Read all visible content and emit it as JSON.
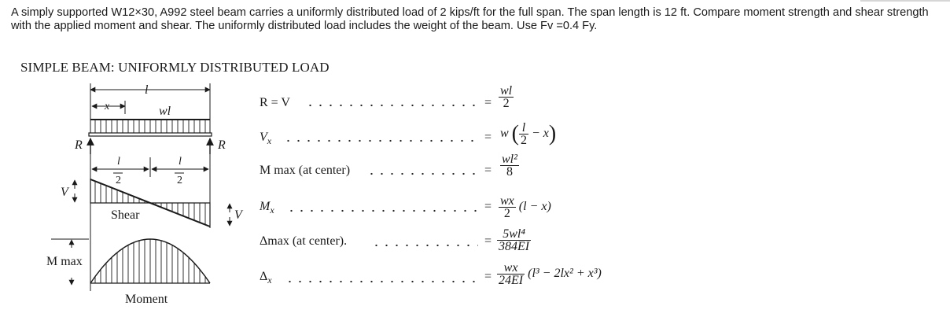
{
  "problem_text": "A simply supported W12×30, A992 steel beam carries a uniformly distributed load of 2 kips/ft for the full span. The span length is 12 ft. Compare moment strength and shear strength with the applied moment and shear. The uniformly distributed load includes the weight of the beam. Use Fv =0.4 Fy.",
  "section_title": "SIMPLE BEAM: UNIFORMLY DISTRIBUTED LOAD",
  "diagram": {
    "span_label": "l",
    "x_label": "x",
    "load_label": "wl",
    "reaction_left": "R",
    "reaction_right": "R",
    "half_num": "l",
    "half_den": "2",
    "shear_left": "V",
    "shear_right": "V",
    "shear_caption": "Shear",
    "moment_label": "M max",
    "moment_caption": "Moment"
  },
  "formulas": {
    "r": {
      "lhs": "R = V",
      "eq": "=",
      "num": "wl",
      "den": "2"
    },
    "vx": {
      "lhs": "V",
      "sub": "x",
      "eq": "=",
      "w": "w",
      "num": "l",
      "den": "2",
      "minus_x": "− x"
    },
    "mmax": {
      "lhs": "M max (at center)",
      "eq": "=",
      "num": "wl²",
      "den": "8"
    },
    "mx": {
      "lhs": "M",
      "sub": "x",
      "eq": "=",
      "num": "wx",
      "den": "2",
      "tail": "(l − x)"
    },
    "dmax": {
      "lhs": "Δmax (at center).",
      "eq": "=",
      "num": "5wl⁴",
      "den": "384EI"
    },
    "dx": {
      "lhs": "Δ",
      "sub": "x",
      "eq": "=",
      "num": "wx",
      "den": "24EI",
      "tail": "(l³ − 2lx² + x³)"
    }
  }
}
